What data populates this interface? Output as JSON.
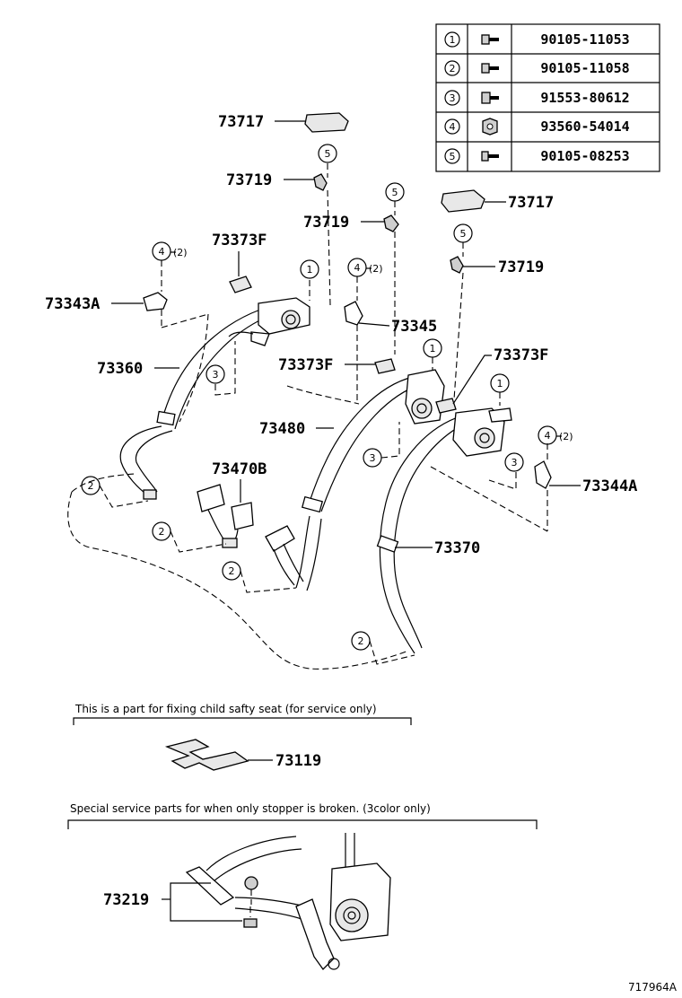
{
  "fasteners_table": {
    "rows": [
      {
        "ref": "1",
        "icon": "bolt-icon",
        "part": "90105-11053"
      },
      {
        "ref": "2",
        "icon": "bolt-icon",
        "part": "90105-11058"
      },
      {
        "ref": "3",
        "icon": "bolt-icon",
        "part": "91553-80612"
      },
      {
        "ref": "4",
        "icon": "nut-icon",
        "part": "93560-54014"
      },
      {
        "ref": "5",
        "icon": "bolt-icon",
        "part": "90105-08253"
      }
    ]
  },
  "labels": {
    "p73717_top": "73717",
    "p73719_top": "73719",
    "p73719_mid": "73719",
    "p73717_right": "73717",
    "p73719_right": "73719",
    "p73373F_left": "73373F",
    "p73343A": "73343A",
    "p73345": "73345",
    "p73360": "73360",
    "p73373F_mid": "73373F",
    "p73373F_right": "73373F",
    "p73480": "73480",
    "p73470B": "73470B",
    "p73344A": "73344A",
    "p73370": "73370",
    "p73119": "73119",
    "p73219": "73219"
  },
  "callouts": {
    "c5a": "5",
    "c5b": "5",
    "c5c": "5",
    "c4a": "4",
    "c4b": "4",
    "c4c": "4",
    "c1a": "1",
    "c1b": "1",
    "c1c": "1",
    "c3a": "3",
    "c3b": "3",
    "c3c": "3",
    "c2a": "2",
    "c2b": "2",
    "c2c": "2",
    "c2d": "2"
  },
  "qty": {
    "q4a": "(2)",
    "q4b": "(2)",
    "q4c": "(2)"
  },
  "notes": {
    "child_seat": "This is a part for fixing child safty seat (for service only)",
    "stopper": "Special service parts for when only stopper is broken. (3color only)"
  },
  "figure_id": "717964A"
}
